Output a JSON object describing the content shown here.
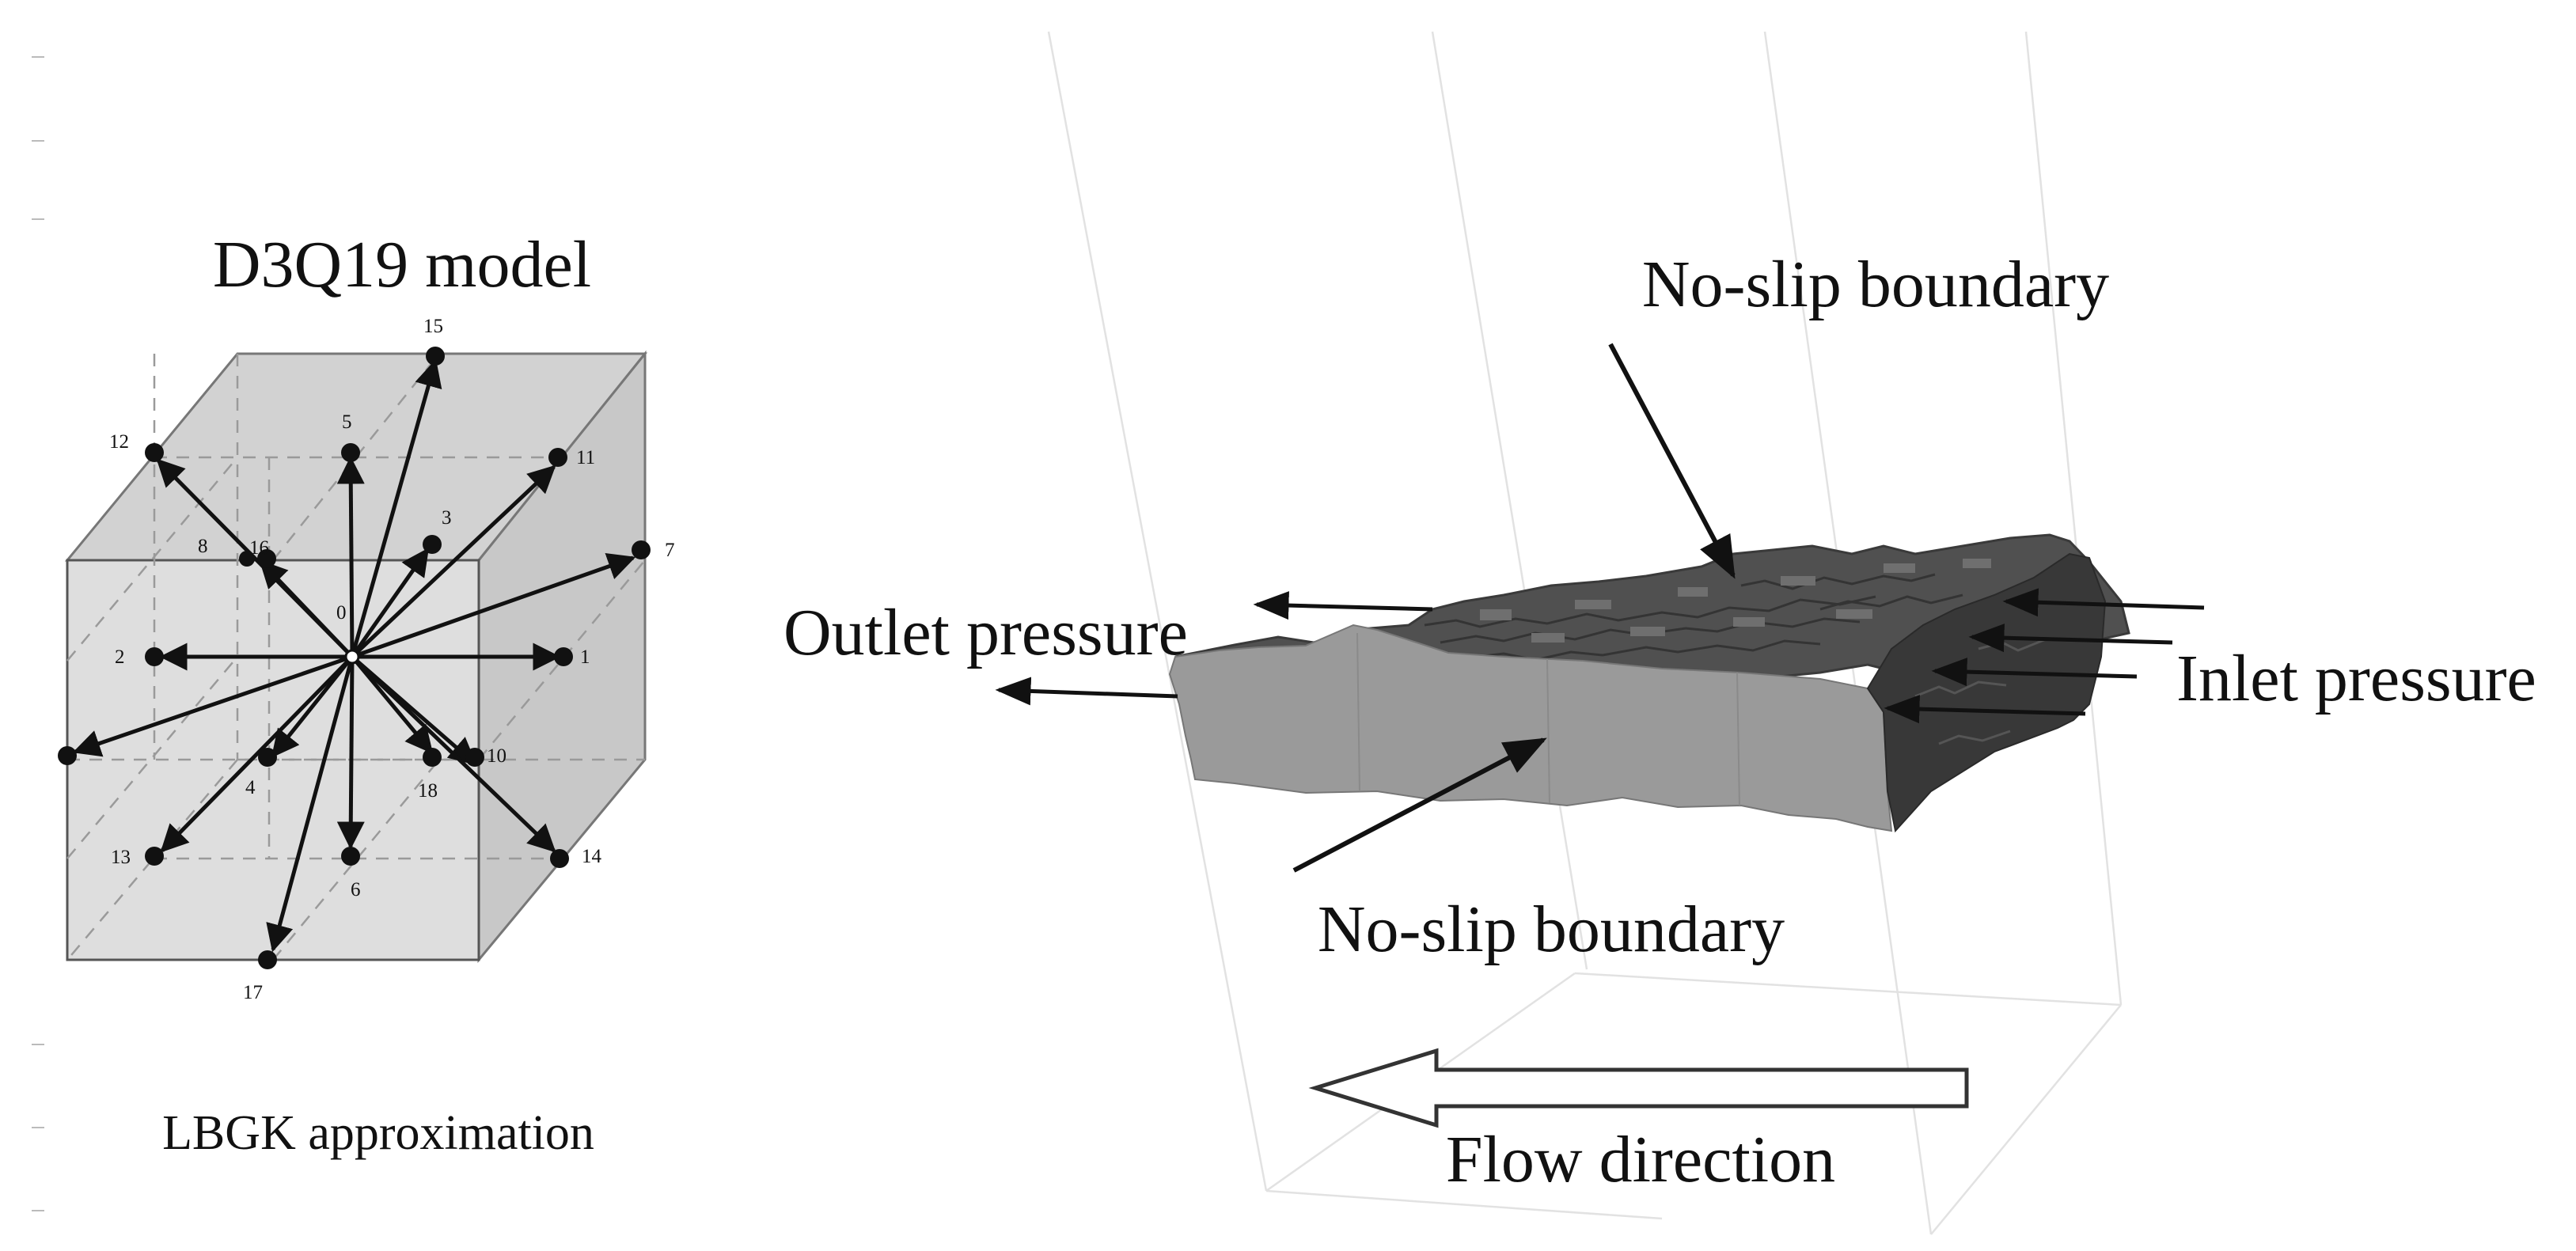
{
  "left_panel": {
    "title": "D3Q19 model",
    "caption": "LBGK approximation",
    "velocity_labels": {
      "v0": "0",
      "v1": "1",
      "v2": "2",
      "v3": "3",
      "v4": "4",
      "v5": "5",
      "v6": "6",
      "v7": "7",
      "v8": "8",
      "v10": "10",
      "v11": "11",
      "v12": "12",
      "v13": "13",
      "v14": "14",
      "v15": "15",
      "v16": "16",
      "v17": "17",
      "v18": "18"
    }
  },
  "right_panel": {
    "top_boundary_label": "No-slip boundary",
    "bottom_boundary_label": "No-slip boundary",
    "outlet_label": "Outlet pressure",
    "inlet_label": "Inlet pressure",
    "flow_label": "Flow direction"
  },
  "colors": {
    "cube_fill": "#dedede",
    "front_face": "#9a9a9a",
    "rough_top": "#505050",
    "inlet_face": "#383838"
  }
}
